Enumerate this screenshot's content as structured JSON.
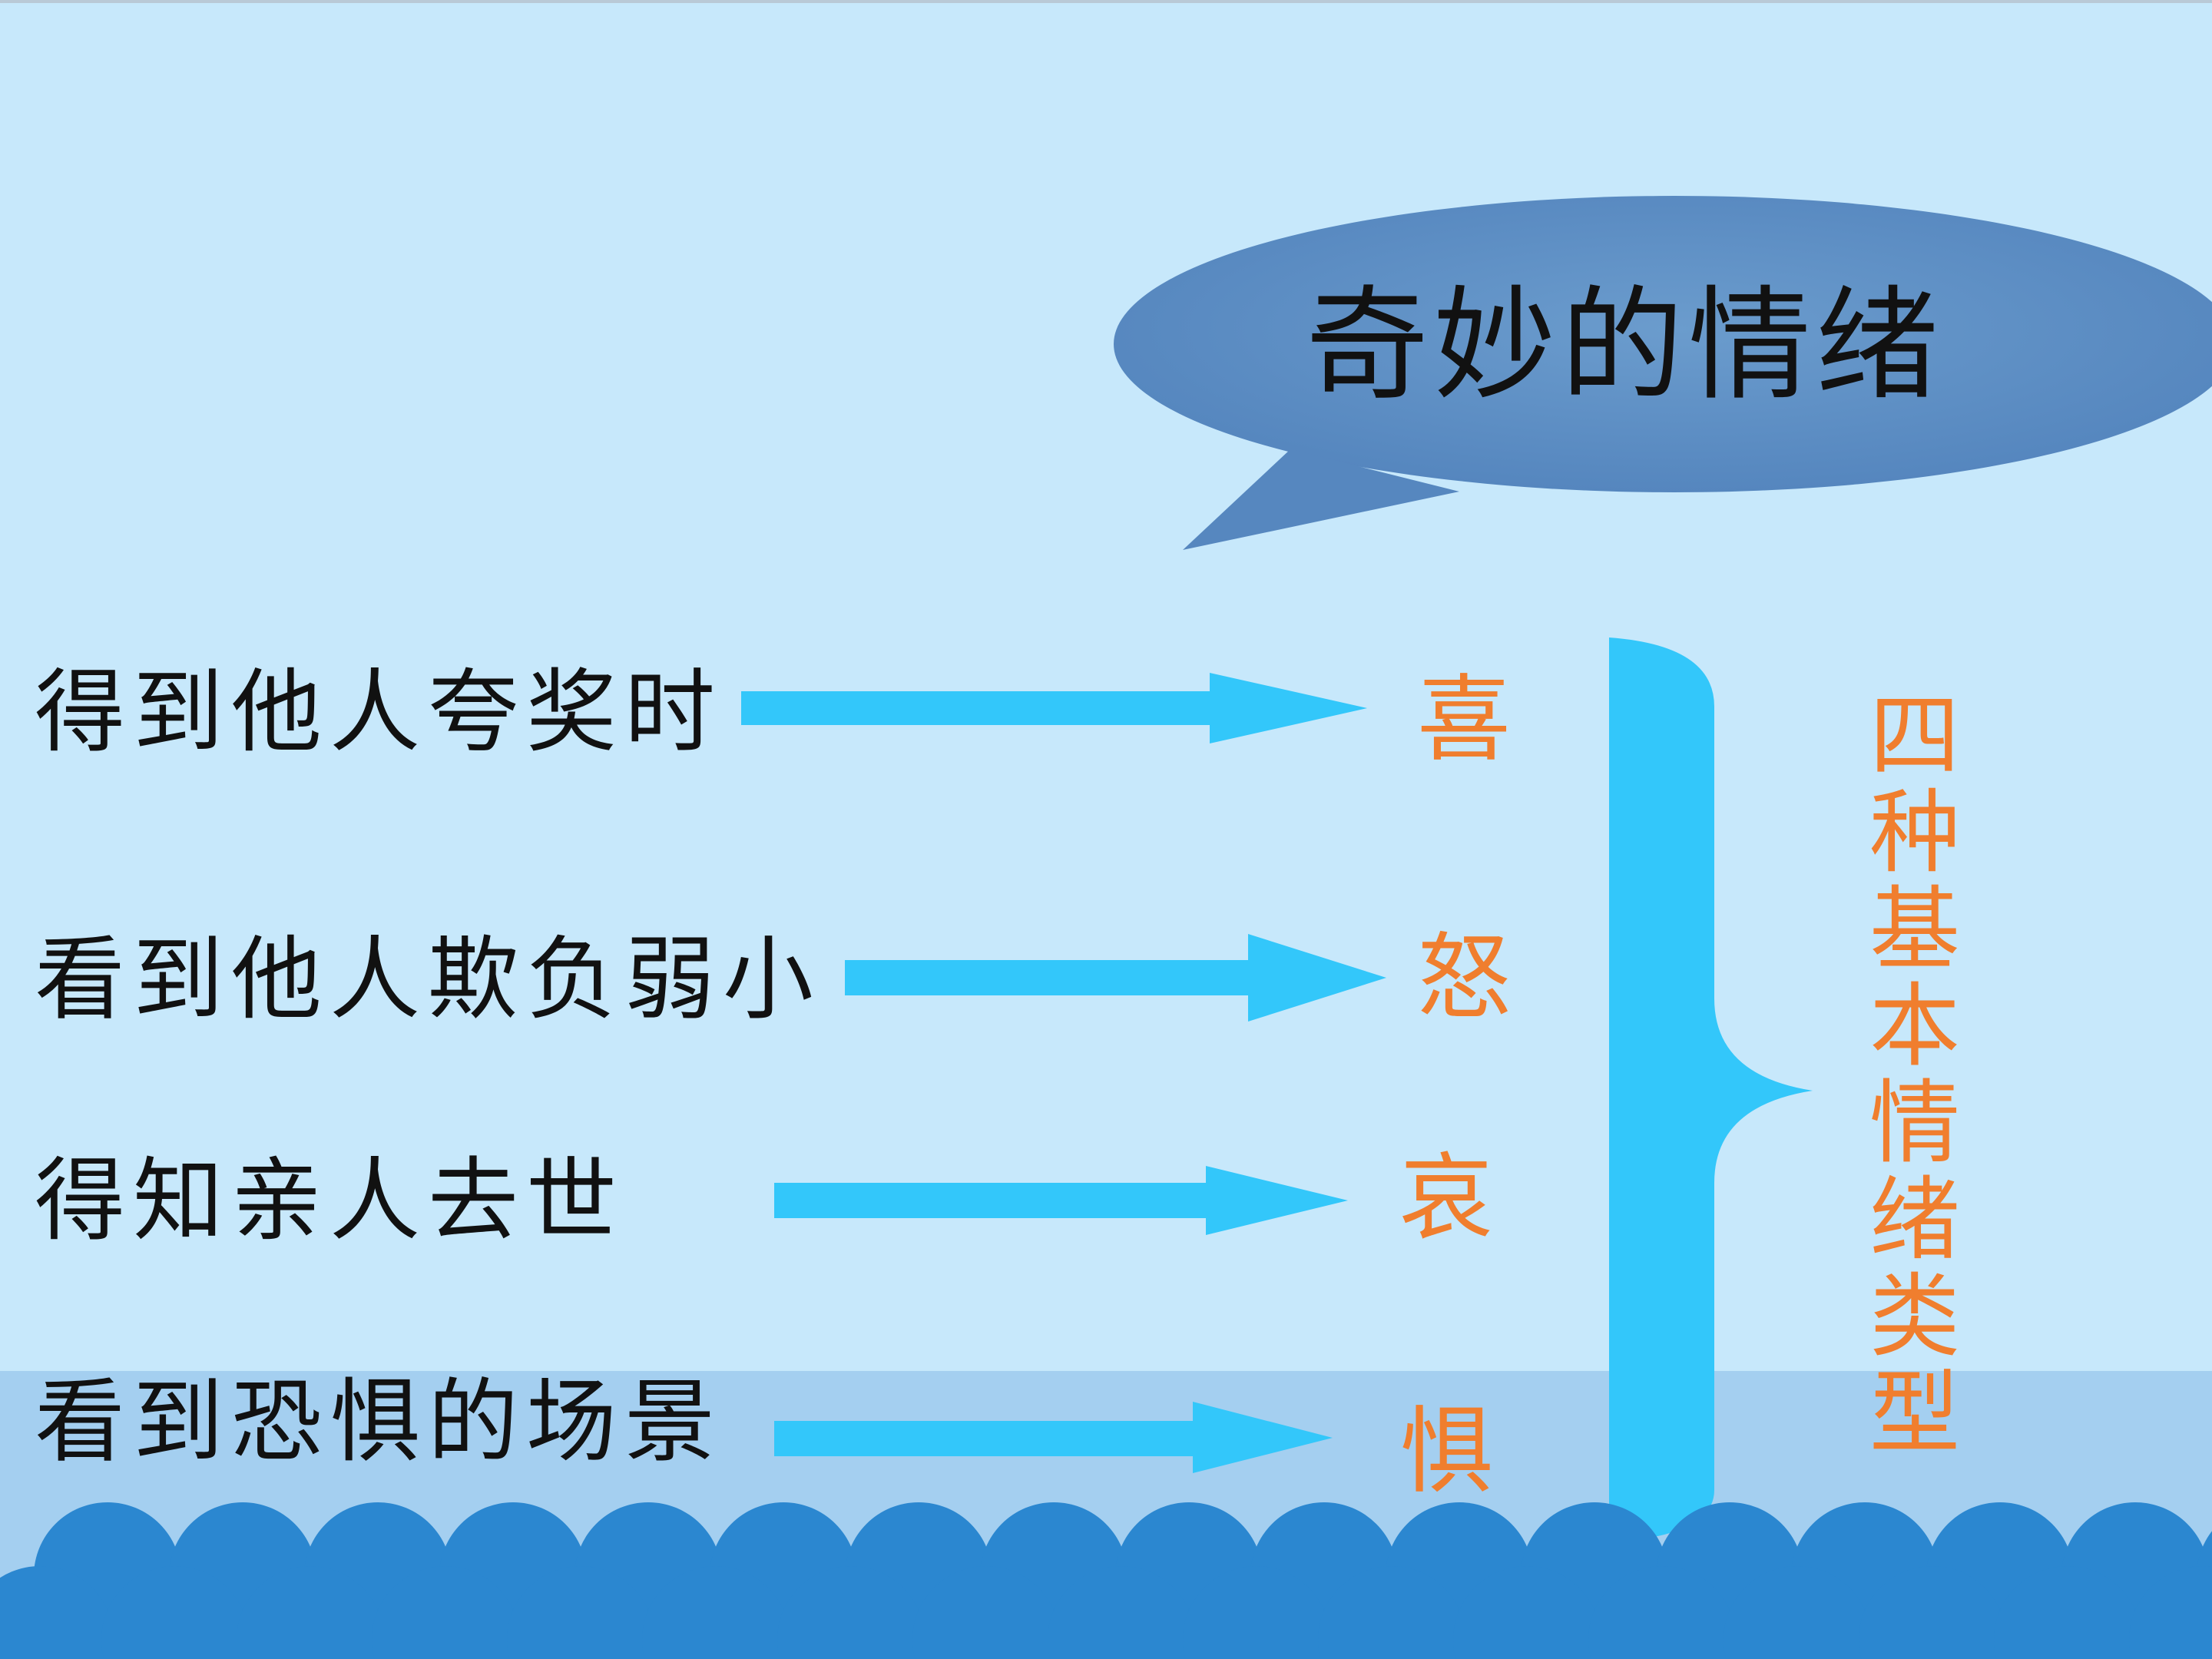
{
  "title": "奇妙的情绪",
  "rows": [
    {
      "scenario": "得到他人夸奖时",
      "emotion": "喜"
    },
    {
      "scenario": "看到他人欺负弱小",
      "emotion": "怒"
    },
    {
      "scenario": "得知亲人去世",
      "emotion": "哀"
    },
    {
      "scenario": "看到恐惧的场景",
      "emotion": "惧"
    }
  ],
  "summary_chars": [
    "四",
    "种",
    "基",
    "本",
    "情",
    "绪",
    "类",
    "型"
  ],
  "colors": {
    "background": "#c7e8fb",
    "lower_band": "#a4cff0",
    "bubble": "#5b8cc3",
    "arrow": "#33c7fa",
    "brace": "#33c7fa",
    "emotion_text": "#f07e2e",
    "wave": "#2b87d0"
  },
  "icons": [
    "speech-bubble-shape",
    "right-arrow-icon",
    "curly-brace-shape",
    "wave-scallop-border"
  ]
}
